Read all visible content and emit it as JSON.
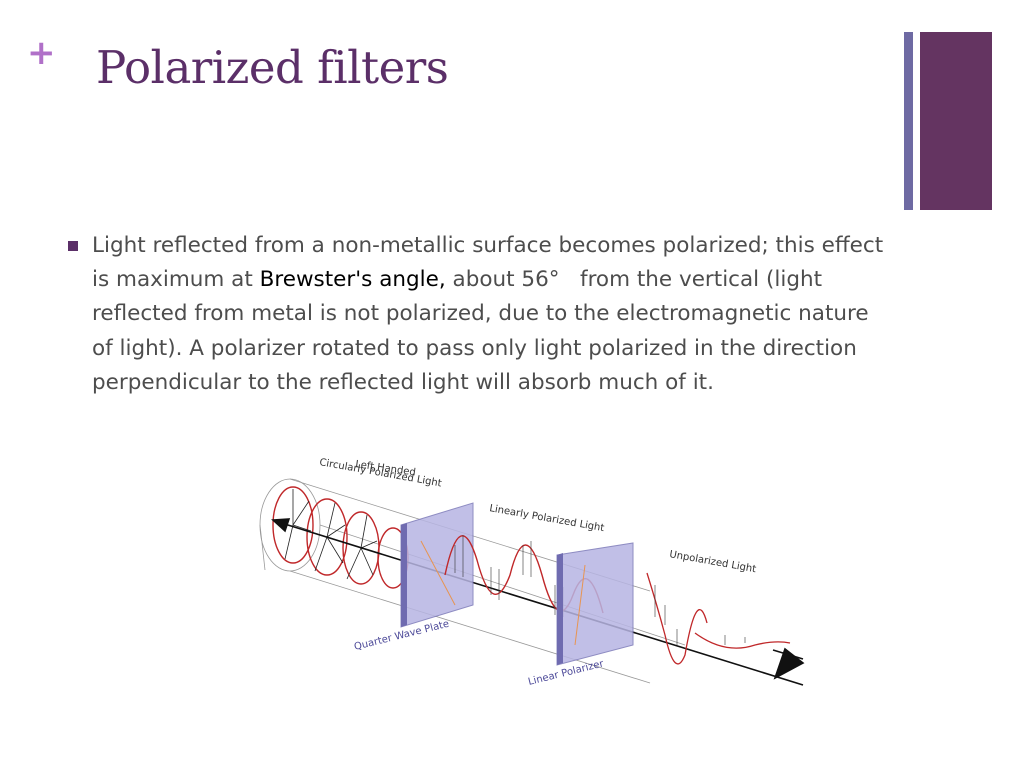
{
  "slide": {
    "plus_mark": "+",
    "title": "Polarized filters",
    "bullet": {
      "part1": "Light reflected from a non-metallic surface becomes polarized; this effect is maximum at ",
      "link_text": "Brewster's angle,",
      "part2": " about 56°   from the vertical (light reflected from metal is not polarized, due to the electromagnetic nature of light). A polarizer rotated to pass only light polarized in the direction perpendicular to the reflected light will absorb much of it."
    },
    "diagram": {
      "label_left_line1": "Left Handed",
      "label_left_line2": "Circularly Polarized Light",
      "label_linear": "Linearly Polarized Light",
      "label_unpolarized": "Unpolarized Light",
      "label_quarter": "Quarter Wave Plate",
      "label_linear_polarizer": "Linear Polarizer"
    }
  }
}
